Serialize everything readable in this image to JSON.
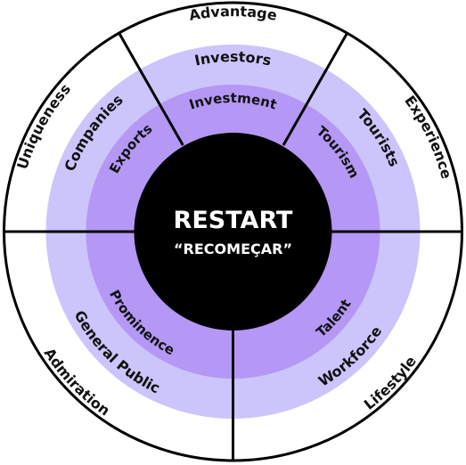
{
  "center": {
    "title": "RESTART",
    "subtitle": "“RECOMEÇAR”"
  },
  "outer_ring": [
    "Advantage",
    "Experience",
    "Lifestyle",
    "Admiration",
    "Uniqueness"
  ],
  "middle_ring": [
    "Investors",
    "Tourists",
    "Workforce",
    "General Public",
    "Companies"
  ],
  "inner_ring": [
    "Investment",
    "Tourism",
    "Talent",
    "Prominence",
    "Exports"
  ],
  "colors": {
    "outer": "#ffffff",
    "middle": "#ccc5fb",
    "inner": "#b597f5",
    "center": "#000000",
    "outline": "#000000"
  }
}
